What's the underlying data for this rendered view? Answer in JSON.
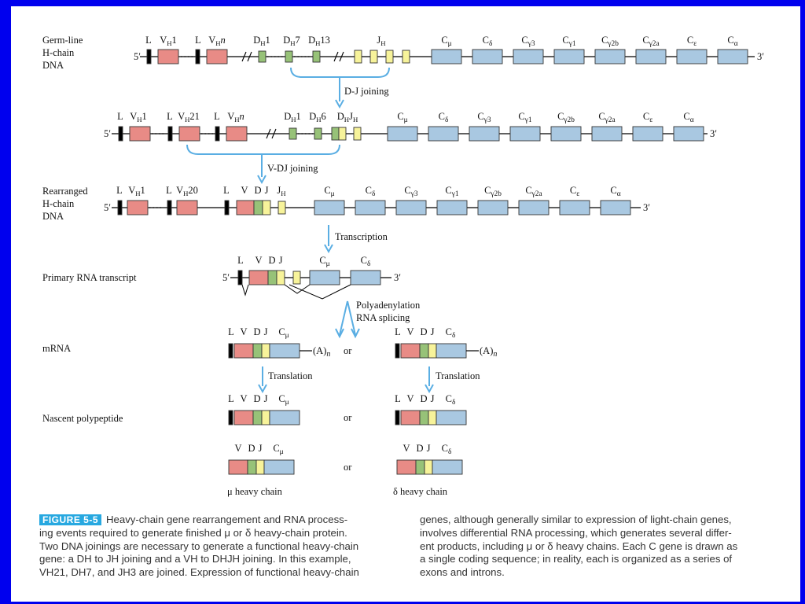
{
  "colors": {
    "leader": "#000000",
    "v_segment": "#e88b86",
    "d_segment": "#97c278",
    "j_segment": "#f7f39a",
    "c_segment": "#a9c8e1",
    "arrow": "#5aaee3",
    "background_frame": "#0000ee"
  },
  "rows": {
    "germline_label": [
      "Germ-line",
      "H-chain",
      "DNA"
    ],
    "germline_segments": [
      "L",
      "VH1",
      "L",
      "VHn",
      "DH1",
      "DH7",
      "DH13",
      "JH",
      "Cμ",
      "Cδ",
      "Cγ3",
      "Cγ1",
      "Cγ2b",
      "Cγ2a",
      "Cε",
      "Cα"
    ],
    "dj_segments": [
      "L",
      "VH1",
      "L",
      "VH21",
      "L",
      "VHn",
      "DH1",
      "DH6",
      "DHJH",
      "Cμ",
      "Cδ",
      "Cγ3",
      "Cγ1",
      "Cγ2b",
      "Cγ2a",
      "Cε",
      "Cα"
    ],
    "rearranged_label": [
      "Rearranged",
      "H-chain",
      "DNA"
    ],
    "rearranged_segments": [
      "L",
      "VH1",
      "L",
      "VH20",
      "L",
      "V",
      "D",
      "J",
      "JH",
      "Cμ",
      "Cδ",
      "Cγ3",
      "Cγ1",
      "Cγ2b",
      "Cγ2a",
      "Cε",
      "Cα"
    ],
    "primary_label": "Primary RNA transcript",
    "primary_segments": [
      "L",
      "V",
      "D",
      "J",
      "Cμ",
      "Cδ"
    ],
    "mrna_label": "mRNA",
    "nascent_label": "Nascent polypeptide",
    "mu_chain": "μ heavy chain",
    "delta_chain": "δ heavy chain",
    "five_prime": "5′",
    "three_prime": "3′",
    "poly_a": "(A)",
    "poly_a_sub": "n",
    "or": "or"
  },
  "steps": {
    "dj": "D-J joining",
    "vdj": "V-DJ joining",
    "transcription": "Transcription",
    "polyadenylation": "Polyadenylation",
    "splicing": "RNA splicing",
    "translation": "Translation"
  },
  "caption": {
    "figure_label": "FIGURE 5-5",
    "left_lines": [
      "Heavy-chain gene rearrangement and RNA process-",
      "ing events required to generate finished μ or δ heavy-chain protein.",
      "Two DNA joinings are necessary to generate a functional heavy-chain",
      "gene: a DH to JH joining and a VH to DHJH joining. In this example,",
      "VH21, DH7, and JH3 are joined. Expression of functional heavy-chain"
    ],
    "right_lines": [
      "genes, although generally similar to expression of light-chain genes,",
      "involves differential RNA processing, which generates several differ-",
      "ent products, including μ or δ heavy chains. Each C gene is drawn as",
      "a single coding sequence; in reality, each is organized as a series of",
      "exons and introns."
    ]
  }
}
